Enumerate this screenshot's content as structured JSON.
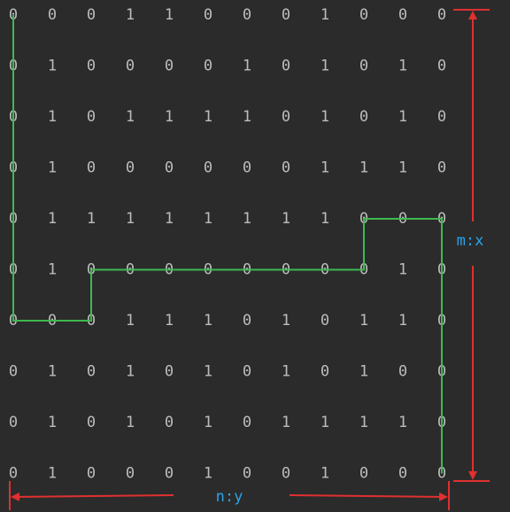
{
  "grid": [
    [
      0,
      0,
      0,
      1,
      1,
      0,
      0,
      0,
      1,
      0,
      0,
      0
    ],
    [
      0,
      1,
      0,
      0,
      0,
      0,
      1,
      0,
      1,
      0,
      1,
      0
    ],
    [
      0,
      1,
      0,
      1,
      1,
      1,
      1,
      0,
      1,
      0,
      1,
      0
    ],
    [
      0,
      1,
      0,
      0,
      0,
      0,
      0,
      0,
      1,
      1,
      1,
      0
    ],
    [
      0,
      1,
      1,
      1,
      1,
      1,
      1,
      1,
      1,
      0,
      0,
      0
    ],
    [
      0,
      1,
      0,
      0,
      0,
      0,
      0,
      0,
      0,
      0,
      1,
      0
    ],
    [
      0,
      0,
      0,
      1,
      1,
      1,
      0,
      1,
      0,
      1,
      1,
      0
    ],
    [
      0,
      1,
      0,
      1,
      0,
      1,
      0,
      1,
      0,
      1,
      0,
      0
    ],
    [
      0,
      1,
      0,
      1,
      0,
      1,
      0,
      1,
      1,
      1,
      1,
      0
    ],
    [
      0,
      1,
      0,
      0,
      0,
      1,
      0,
      0,
      1,
      0,
      0,
      0
    ]
  ],
  "path": [
    [
      0,
      0
    ],
    [
      6,
      0
    ],
    [
      6,
      2
    ],
    [
      5,
      2
    ],
    [
      5,
      9
    ],
    [
      4,
      9
    ],
    [
      4,
      11
    ],
    [
      9,
      11
    ]
  ],
  "labels": {
    "rows": "m:x",
    "cols": "n:y"
  },
  "colors": {
    "background": "#2b2b2b",
    "digit": "#bcbcbc",
    "path": "#3fb950",
    "dimension_arrow": "#e03030",
    "dimension_text": "#2aa3e8"
  }
}
